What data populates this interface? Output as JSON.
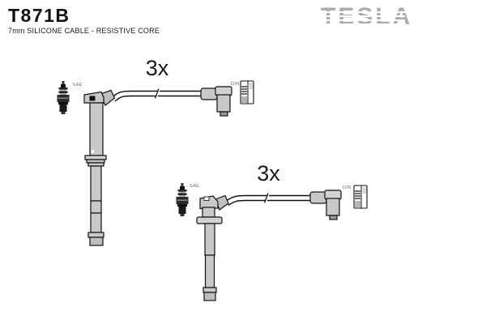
{
  "header": {
    "part_number": "T871B",
    "subtitle": "7mm SILICONE CABLE - RESISTIVE CORE",
    "brand": "TESLA"
  },
  "colors": {
    "background": "#ffffff",
    "outline": "#111111",
    "part_fill": "#c9c9c9",
    "part_fill_dark": "#9a9a9a",
    "logo_gray": "#ababab",
    "label_gray": "#666666",
    "text": "#111111"
  },
  "diagrams": [
    {
      "quantity_label": "3x",
      "plug_end_label": "SAE",
      "dist_end_label": "DIN"
    },
    {
      "quantity_label": "3x",
      "plug_end_label": "SAE",
      "dist_end_label": "DIN"
    }
  ]
}
